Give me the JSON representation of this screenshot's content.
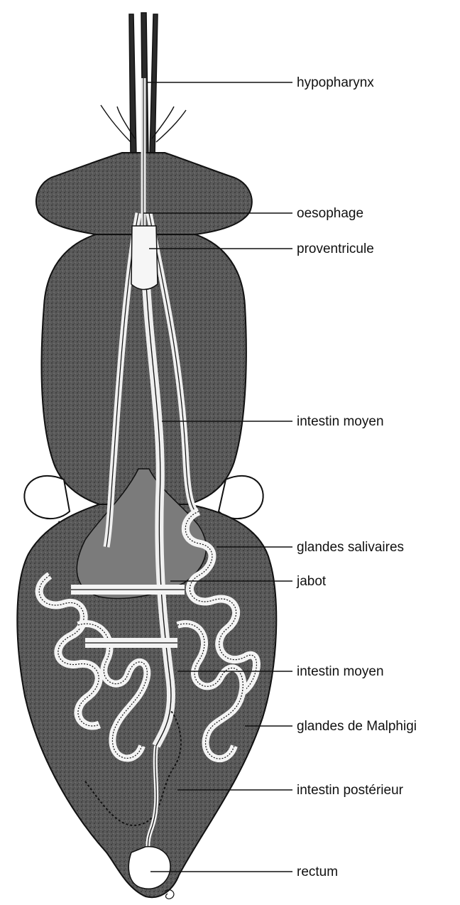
{
  "colors": {
    "background": "#ffffff",
    "body": "#5a5a5a",
    "body_dark": "#3c3c3c",
    "organ_fill": "#f2f2f2",
    "outline": "#111111"
  },
  "labels": {
    "hypopharynx": "hypopharynx",
    "oesophage": "oesophage",
    "proventricule": "proventricule",
    "intestin_moyen_1": "intestin moyen",
    "glandes_salivaires": "glandes salivaires",
    "jabot": "jabot",
    "intestin_moyen_2": "intestin moyen",
    "glandes_de_malphigi": "glandes de Malphigi",
    "intestin_posterieur": "intestin postérieur",
    "rectum": "rectum"
  }
}
